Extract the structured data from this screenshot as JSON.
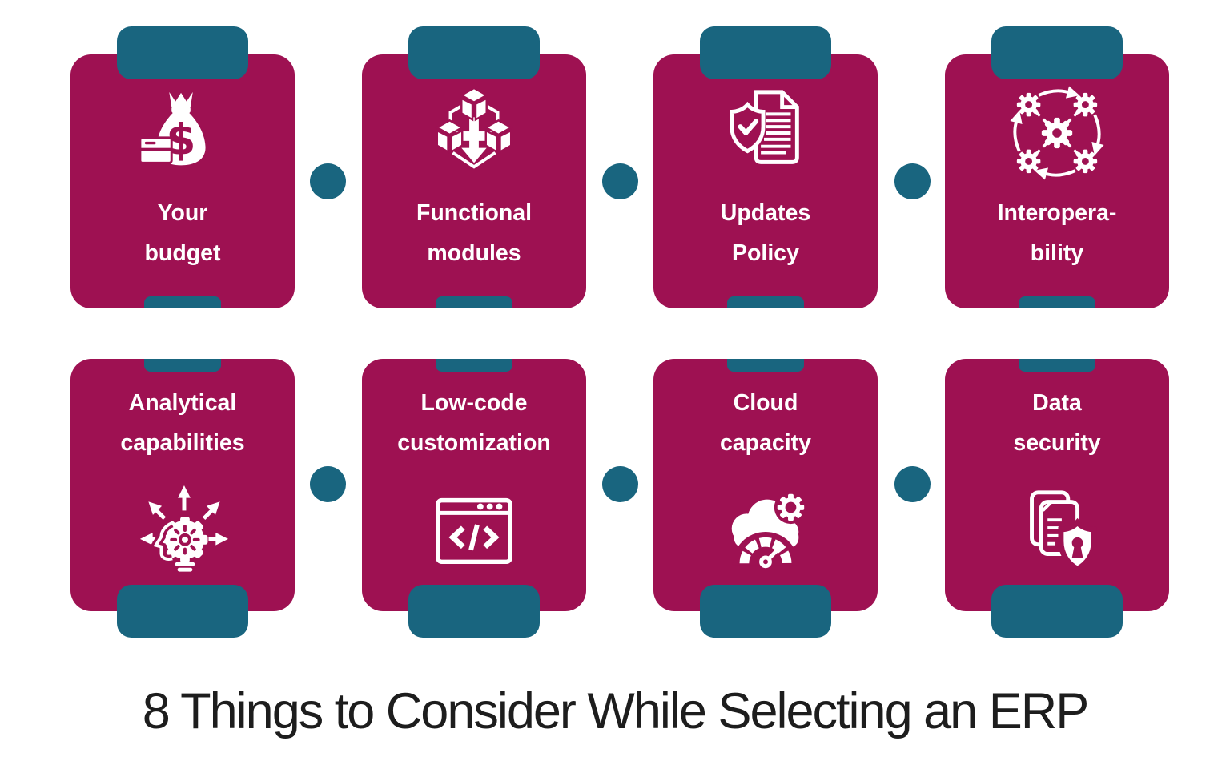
{
  "title": "8 Things to Consider While Selecting an ERP",
  "theme": {
    "card_color": "#9E1152",
    "tab_color": "#19657F",
    "background": "#FFFFFF",
    "label_text_color": "#FFFFFF",
    "title_color": "#1D1D1D"
  },
  "cards": [
    {
      "label_line1": "Your",
      "label_line2": "budget",
      "icon": "money-bag-icon"
    },
    {
      "label_line1": "Functional",
      "label_line2": "modules",
      "icon": "modules-cubes-icon"
    },
    {
      "label_line1": "Updates",
      "label_line2": "Policy",
      "icon": "shield-document-icon"
    },
    {
      "label_line1": "Interopera-",
      "label_line2": "bility",
      "icon": "connected-gears-icon"
    },
    {
      "label_line1": "Analytical",
      "label_line2": "capabilities",
      "icon": "head-gear-analysis-icon"
    },
    {
      "label_line1": "Low-code",
      "label_line2": "customization",
      "icon": "code-window-icon"
    },
    {
      "label_line1": "Cloud",
      "label_line2": "capacity",
      "icon": "cloud-gear-gauge-icon"
    },
    {
      "label_line1": "Data",
      "label_line2": "security",
      "icon": "documents-shield-lock-icon"
    }
  ],
  "dollar_glyph": "$"
}
